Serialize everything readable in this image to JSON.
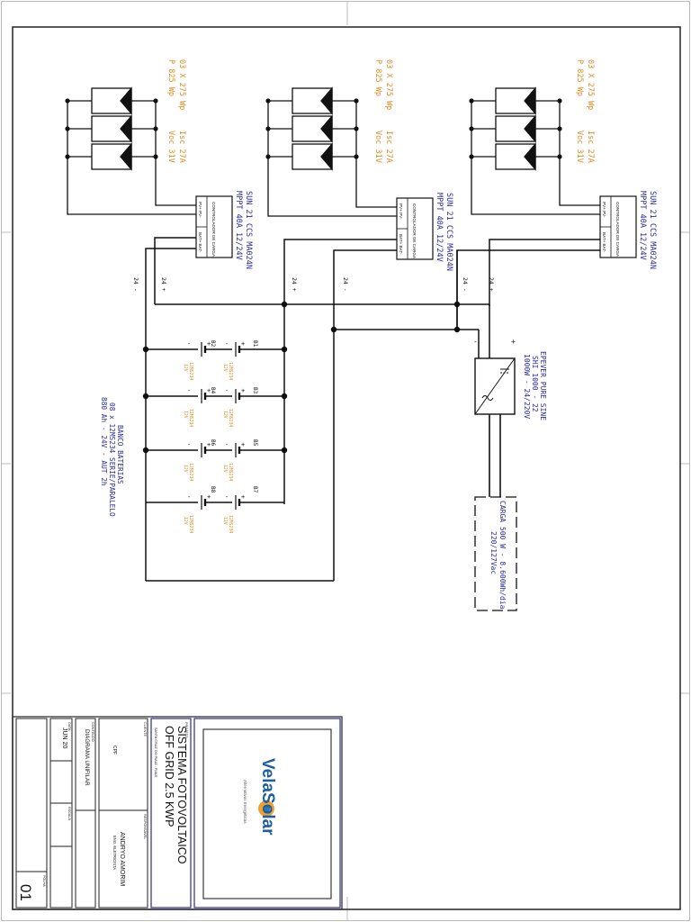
{
  "panel_groups": [
    {
      "qty": "03 X 275 Wp",
      "power": "P 825 Wp",
      "isc": "Isc 27A",
      "voc": "Voc 31V"
    },
    {
      "qty": "03 X 275 Wp",
      "power": "P 825 Wp",
      "isc": "Isc 27A",
      "voc": "Voc 31V"
    },
    {
      "qty": "03 X 275 Wp",
      "power": "P 825 Wp",
      "isc": "Isc 27A",
      "voc": "Voc 31V"
    }
  ],
  "controllers": [
    {
      "model": "SUN 21 CCS MA024N",
      "spec": "MPPT 40A 12/24V",
      "box_label": "CONTROLADOR DE CARGA",
      "pv_label": "PV+ PV-",
      "bat_label": "BAT+ BAT-"
    },
    {
      "model": "SUN 21 CCS MA024N",
      "spec": "MPPT 40A 12/24V",
      "box_label": "CONTROLADOR DE CARGA",
      "pv_label": "PV+ PV-",
      "bat_label": "BAT+ BAT-"
    },
    {
      "model": "SUN 21 CCS MA024N",
      "spec": "MPPT 40A 12/24V",
      "box_label": "CONTROLADOR DE CARGA",
      "pv_label": "PV+ PV-",
      "bat_label": "BAT+ BAT-"
    }
  ],
  "bus_labels": {
    "neg": "24 -",
    "pos": "24 +"
  },
  "batteries": [
    {
      "id": "B1",
      "model": "12MS234",
      "volt": "12V"
    },
    {
      "id": "B2",
      "model": "12MS234",
      "volt": "12V"
    },
    {
      "id": "B3",
      "model": "12MS234",
      "volt": "12V"
    },
    {
      "id": "B4",
      "model": "12MS234",
      "volt": "12V"
    },
    {
      "id": "B5",
      "model": "12MS234",
      "volt": "12V"
    },
    {
      "id": "B6",
      "model": "12MS234",
      "volt": "12V"
    },
    {
      "id": "B7",
      "model": "12MS234",
      "volt": "12V"
    },
    {
      "id": "B8",
      "model": "12MS234",
      "volt": "12V"
    }
  ],
  "battery_bank": {
    "title": "BANCO BATERIAS",
    "line1": "08 x 12MS234 SERIE/PARALELO",
    "line2": "880 Ah - 24V - AUT 2h"
  },
  "inverter": {
    "name": "EPEVER PURE SINE",
    "model": "SHI 1000 - 22",
    "spec": "1000W - 24/220V",
    "plus": "+",
    "minus": "-"
  },
  "load": {
    "line1": "CARGA 500 W - 8.600Wh/dia",
    "line2": "220/127Vac"
  },
  "title_block": {
    "logo_name": "VelaSolar",
    "logo_sub": "Alternativas Energéticas",
    "project_label": "PROJETO",
    "project_line1": "SISTEMA FOTOVOLTAICO",
    "project_line2": "OFF GRID 2.5 KWP",
    "address": "SANTA CRUZ DO PIAUÍ - PIAUÍ",
    "resp_label": "RESPONSÁVEL",
    "resp_name": "ANDRYO AMORIM",
    "resp_role": "ENG. ELETRICISTA",
    "client_label": "CLIENTE",
    "client_value": "CPF",
    "content_label": "CONTEÚDO",
    "content_value": "DIAGRAMA UNIFILAR",
    "date_label": "DATA",
    "date_value": "JUN 20",
    "scale_label": "ESCALA",
    "sheet_label": "FOLHA",
    "sheet_number": "01"
  }
}
